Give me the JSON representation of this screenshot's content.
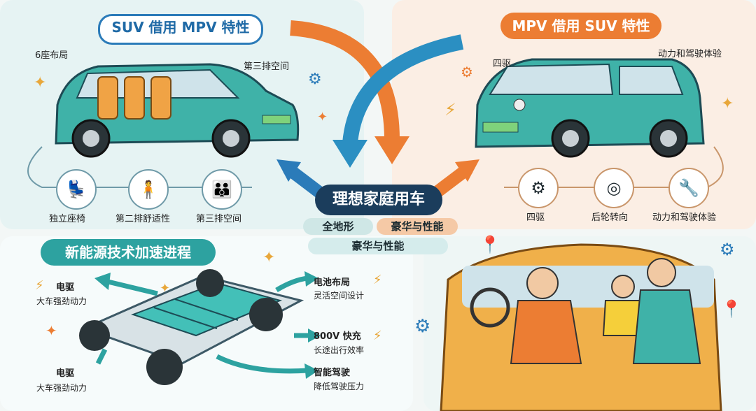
{
  "suv_section": {
    "title": "SUV 借用 MPV 特性",
    "car_labels": [
      "6座布局",
      "第三排空间"
    ],
    "features": [
      "独立座椅",
      "第二排舒适性",
      "第三排空间"
    ]
  },
  "mpv_section": {
    "title": "MPV 借用 SUV 特性",
    "car_labels": [
      "四驱",
      "动力和驾驶体验"
    ],
    "features": [
      "四驱",
      "后轮转向",
      "动力和驾驶体验"
    ]
  },
  "center": {
    "title": "理想家庭用车",
    "tags": [
      "全地形",
      "豪华与性能",
      "豪华与性能"
    ]
  },
  "nev_section": {
    "title": "新能源技术加速进程",
    "items": [
      {
        "title": "电驱",
        "desc": "大车强劲动力"
      },
      {
        "title": "电驱",
        "desc": "大车强劲动力"
      },
      {
        "title": "电池布局",
        "desc": "灵活空间设计"
      },
      {
        "title": "800V 快充",
        "desc": "长途出行效率"
      },
      {
        "title": "智能驾驶",
        "desc": "降低驾驶压力"
      }
    ]
  },
  "colors": {
    "teal": "#2da2a0",
    "orange": "#ec7d33",
    "blue": "#2b7bb9",
    "navy": "#1b3d5c"
  }
}
